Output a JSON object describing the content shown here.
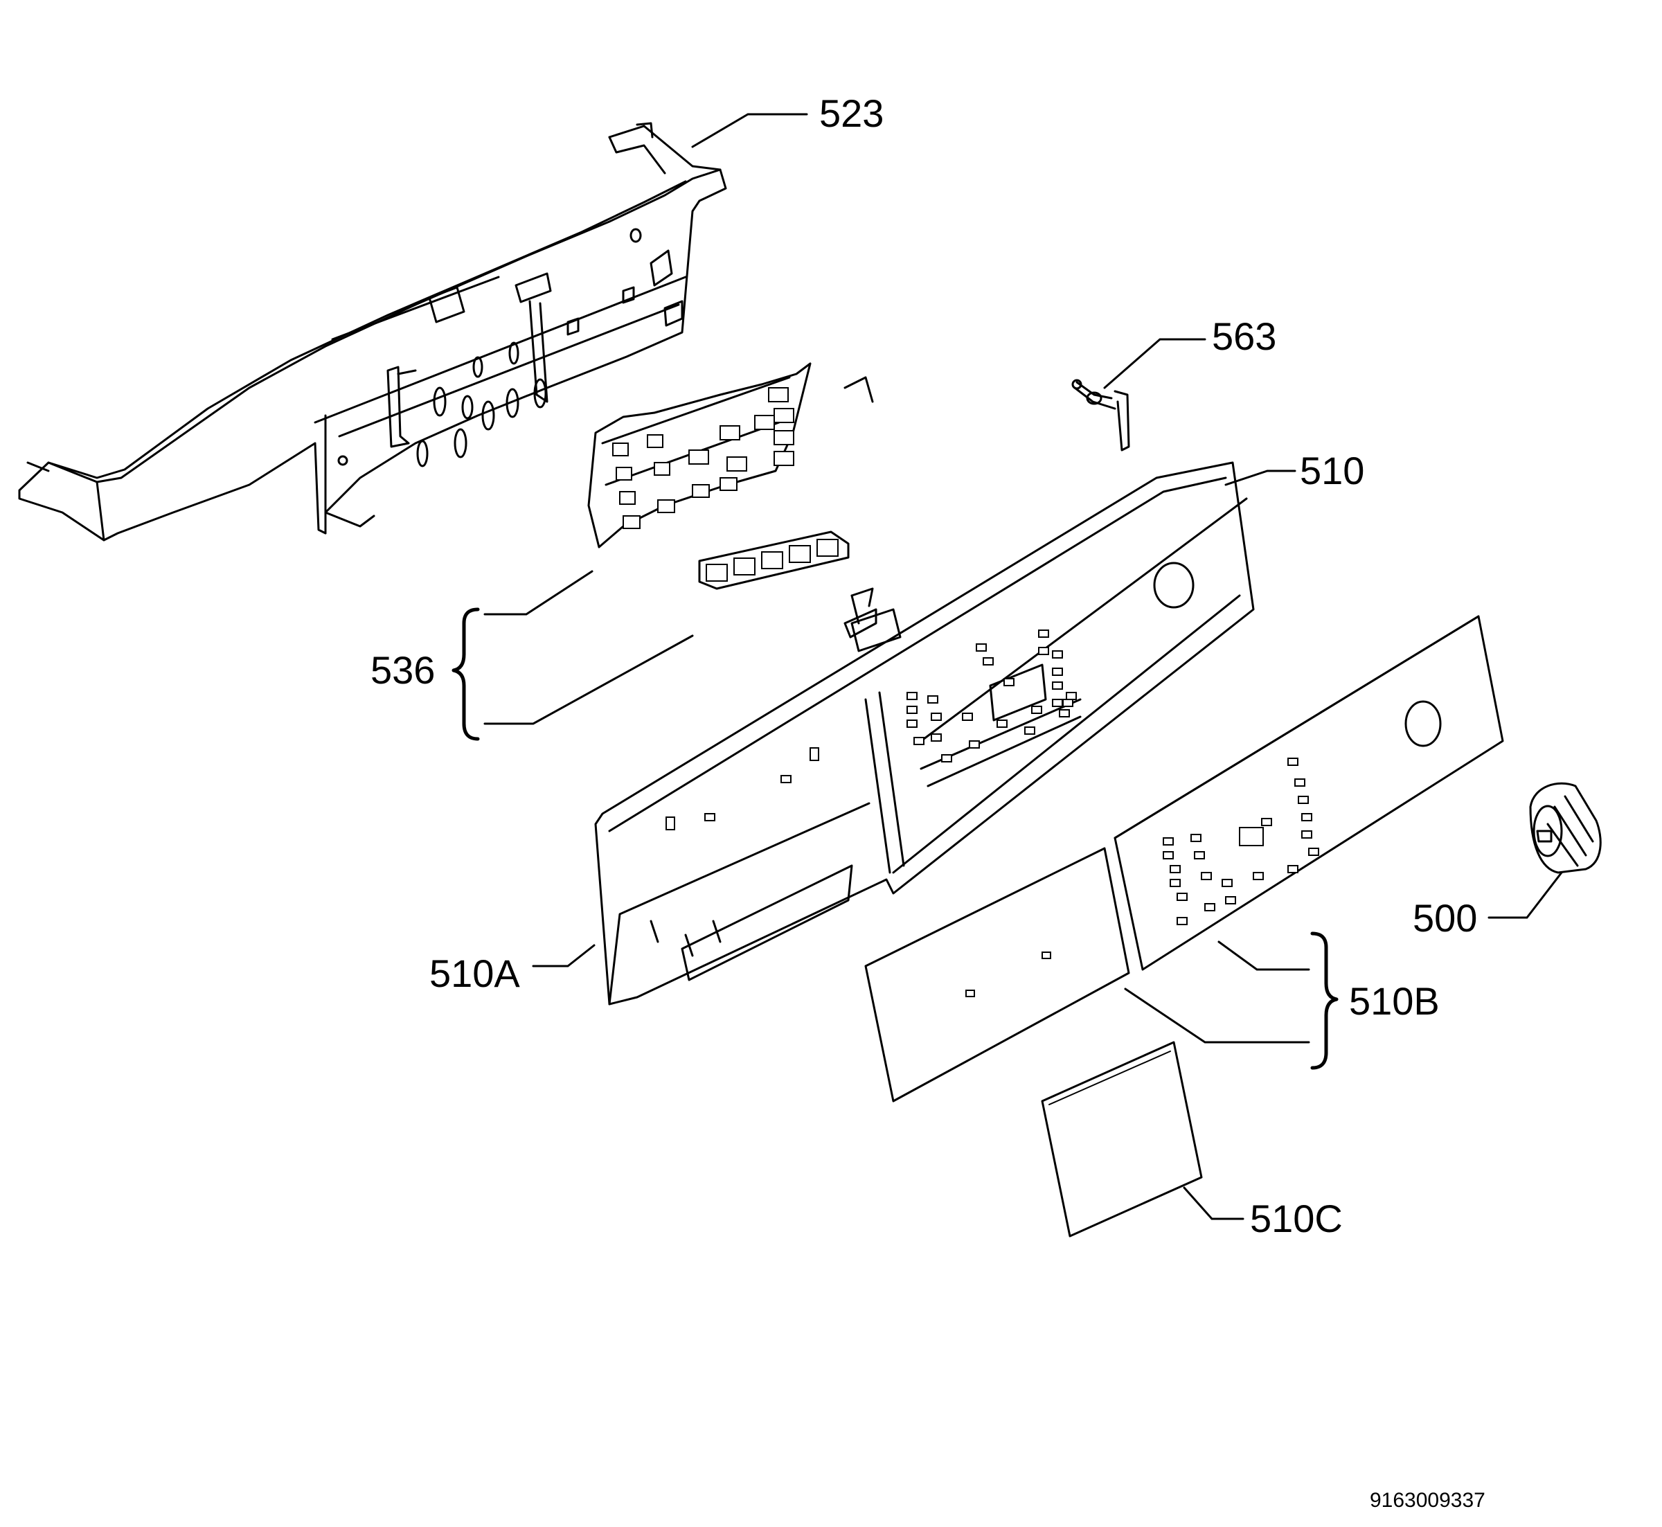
{
  "labels": {
    "p523": "523",
    "p563": "563",
    "p510": "510",
    "p536": "536",
    "p500": "500",
    "p510a": "510A",
    "p510b": "510B",
    "p510c": "510C"
  },
  "document_number": "9163009337",
  "colors": {
    "line": "#000000",
    "background": "#ffffff"
  }
}
